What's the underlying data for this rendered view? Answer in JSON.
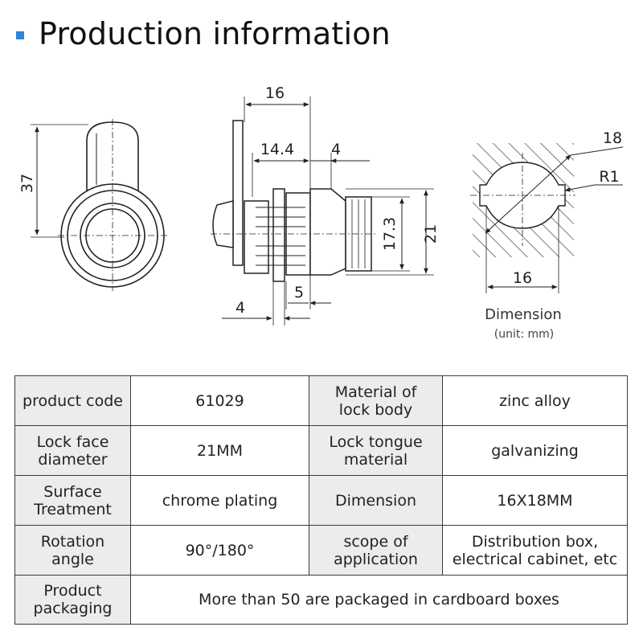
{
  "heading": {
    "title": "Production information"
  },
  "drawing": {
    "dims": {
      "height_37": "37",
      "width_16_top": "16",
      "len_14_4": "14.4",
      "len_4_top": "4",
      "diam_17_3": "17.3",
      "diam_21": "21",
      "len_5": "5",
      "len_4_bottom": "4",
      "cut_18": "18",
      "radius_r1": "R1",
      "cut_16": "16"
    },
    "caption": "Dimension",
    "unit": "(unit:  mm)"
  },
  "spec_table": {
    "rows": [
      {
        "label1": "product code",
        "value1": "61029",
        "label2": "Material of\nlock body",
        "value2": "zinc alloy"
      },
      {
        "label1": "Lock face\ndiameter",
        "value1": "21MM",
        "label2": "Lock tongue\nmaterial",
        "value2": "galvanizing"
      },
      {
        "label1": "Surface\nTreatment",
        "value1": "chrome plating",
        "label2": "Dimension",
        "value2": "16X18MM"
      },
      {
        "label1": "Rotation angle",
        "value1": "90°/180°",
        "label2": "scope of\napplication",
        "value2": "Distribution box,\nelectrical cabinet, etc"
      }
    ],
    "last_row": {
      "label": "Product\npackaging",
      "value": "More than 50 are packaged in cardboard boxes"
    }
  },
  "colors": {
    "accent": "#2c84d6",
    "label_bg": "#ececec",
    "border": "#3a3a3a"
  }
}
